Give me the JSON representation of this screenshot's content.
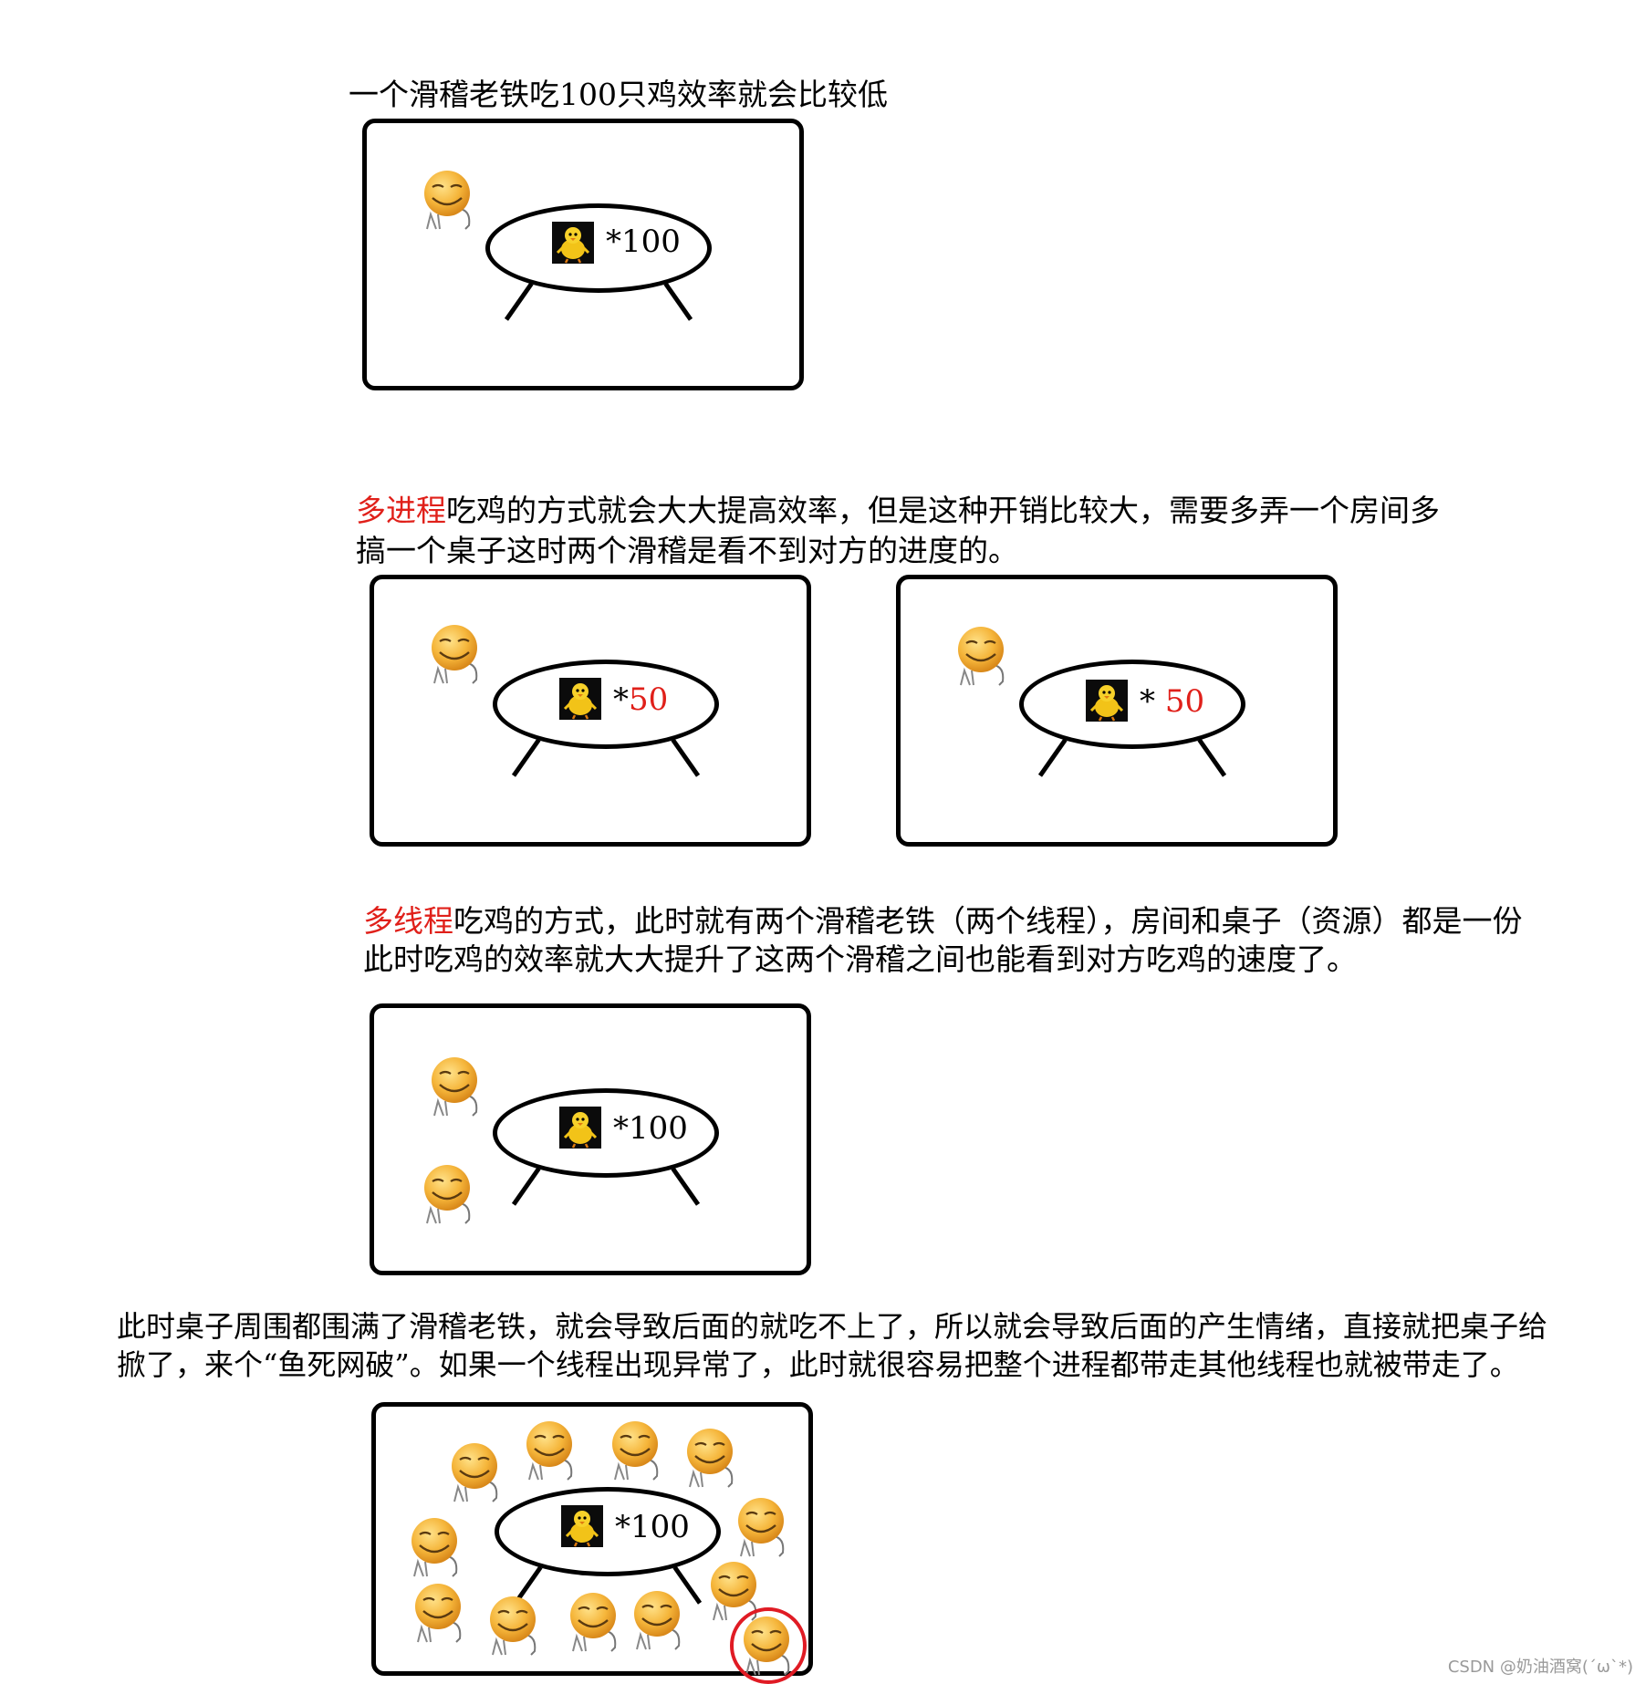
{
  "section1": {
    "caption": "一个滑稽老铁吃100只鸡效率就会比较低",
    "count": "*100"
  },
  "section2": {
    "highlight": "多进程",
    "line1_rest": "吃鸡的方式就会大大提高效率，但是这种开销比较大，需要多弄一个房间多",
    "line2": "搞一个桌子这时两个滑稽是看不到对方的进度的。",
    "left_star": "*",
    "left_num": "50",
    "right_star": "*",
    "right_num": "50"
  },
  "section3": {
    "highlight": "多线程",
    "line1_rest": "吃鸡的方式，此时就有两个滑稽老铁（两个线程），房间和桌子（资源）都是一份",
    "line2": "此时吃鸡的效率就大大提升了这两个滑稽之间也能看到对方吃鸡的速度了。",
    "count": "*100"
  },
  "section4": {
    "line1": "此时桌子周围都围满了滑稽老铁，就会导致后面的就吃不上了，所以就会导致后面的产生情绪，直接就把桌子给",
    "line2": "掀了，来个“鱼死网破”。如果一个线程出现异常了，此时就很容易把整个进程都带走其他线程也就被带走了。",
    "count": "*100"
  },
  "watermark": "CSDN @奶油酒窝(´ω`*)",
  "colors": {
    "highlight": "#e0201a",
    "face": "#f5a623",
    "circle": "#e01b24"
  }
}
